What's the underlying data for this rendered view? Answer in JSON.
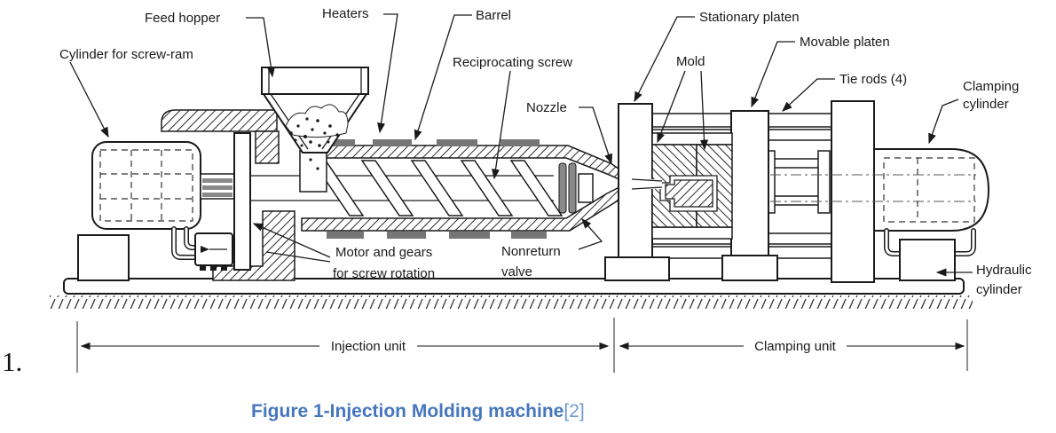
{
  "page": {
    "list_marker": "1."
  },
  "figure": {
    "caption": {
      "title": "Figure 1-Injection Molding machine",
      "citation": "[2]"
    },
    "colors": {
      "caption_blue": "#4576be",
      "citation_blue": "#6e9bd5",
      "ink": "#1a1a1a"
    },
    "labels": {
      "cylinder_for_screw_ram": "Cylinder for screw-ram",
      "feed_hopper": "Feed hopper",
      "heaters": "Heaters",
      "barrel": "Barrel",
      "reciprocating_screw": "Reciprocating screw",
      "nozzle": "Nozzle",
      "stationary_platen": "Stationary platen",
      "mold": "Mold",
      "movable_platen": "Movable platen",
      "tie_rods": "Tie rods (4)",
      "clamping_cylinder_1": "Clamping",
      "clamping_cylinder_2": "cylinder",
      "motor_gears_1": "Motor and gears",
      "motor_gears_2": "for screw rotation",
      "nonreturn_valve_1": "Nonreturn",
      "nonreturn_valve_2": "valve",
      "hydraulic_cylinder_1": "Hydraulic",
      "hydraulic_cylinder_2": "cylinder"
    },
    "dimensions": {
      "injection_unit": "Injection unit",
      "clamping_unit": "Clamping unit"
    }
  }
}
